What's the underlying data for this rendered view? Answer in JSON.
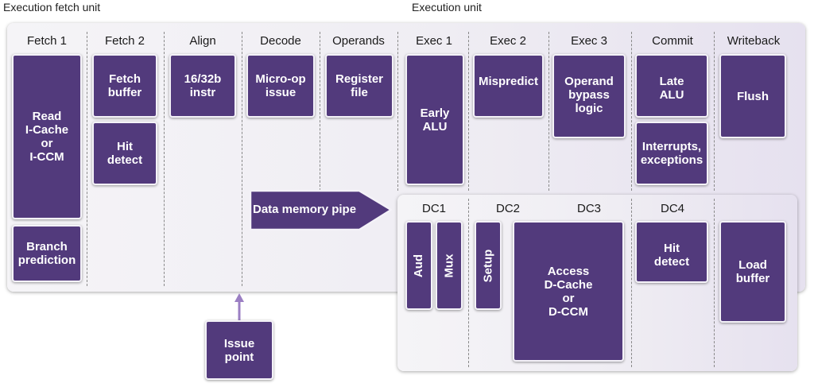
{
  "labels": {
    "fetch_unit": "Execution fetch unit",
    "exec_unit": "Execution unit",
    "data_pipe": "Data memory pipe"
  },
  "stages": [
    "Fetch 1",
    "Fetch 2",
    "Align",
    "Decode",
    "Operands",
    "Exec 1",
    "Exec 2",
    "Exec 3",
    "Commit",
    "Writeback"
  ],
  "dc_stages": [
    "DC1",
    "DC2",
    "DC3",
    "DC4"
  ],
  "boxes": {
    "read_icache": "Read\nI-Cache\nor\nI-CCM",
    "branch_prediction": "Branch\nprediction",
    "fetch_buffer": "Fetch\nbuffer",
    "hit_detect_fetch": "Hit\ndetect",
    "instr_16_32": "16/32b\ninstr",
    "micro_op_issue": "Micro-op\nissue",
    "register_file": "Register\nfile",
    "early_alu": "Early\nALU",
    "mispredict": "Mispredict",
    "operand_bypass": "Operand\nbypass\nlogic",
    "late_alu": "Late\nALU",
    "interrupts": "Interrupts,\nexceptions",
    "flush": "Flush",
    "issue_point": "Issue\npoint",
    "aud": "Aud",
    "mux": "Mux",
    "setup": "Setup",
    "access_dcache": "Access\nD-Cache\nor\nD-CCM",
    "hit_detect_dc": "Hit\ndetect",
    "load_buffer": "Load\nbuffer"
  },
  "colors": {
    "box_fill": "#523a7c",
    "arrow": "#9b7fc3",
    "panel_light": "#f5f4f7",
    "panel_dark": "#e6e1ef"
  }
}
